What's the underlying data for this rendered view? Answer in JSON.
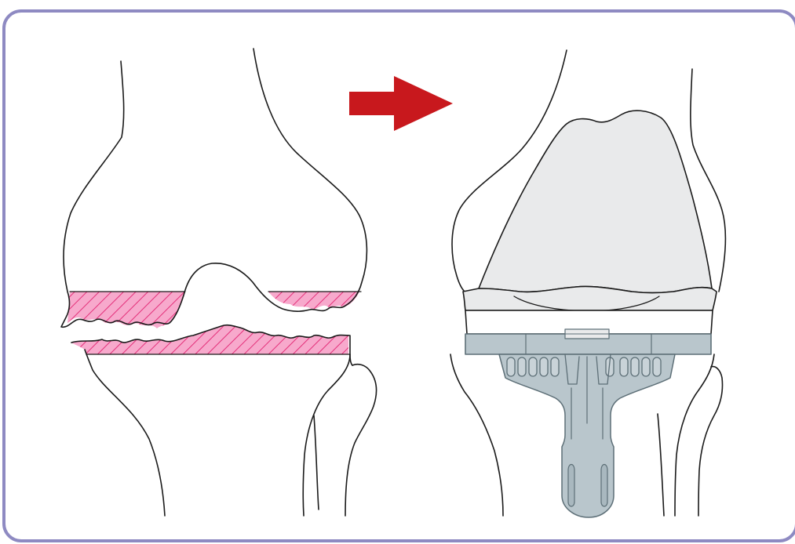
{
  "figure": {
    "panels": [
      {
        "id": "left",
        "subject": "knee-with-damaged-cartilage"
      },
      {
        "id": "right",
        "subject": "knee-with-total-replacement-implant"
      }
    ]
  },
  "colors": {
    "frame_border": "#8e8ac2",
    "bone_outline": "#1a1a1a",
    "hatch_fill": "#f7a9cc",
    "hatch_lines": "#e4307a",
    "arrow": "#c8181d",
    "femoral_component": "#e9eaeb",
    "tibial_tray": "#b9c6cc",
    "tray_outline": "#5d6f77",
    "background": "#ffffff"
  },
  "icons": {
    "arrow": "right-arrow-icon"
  }
}
